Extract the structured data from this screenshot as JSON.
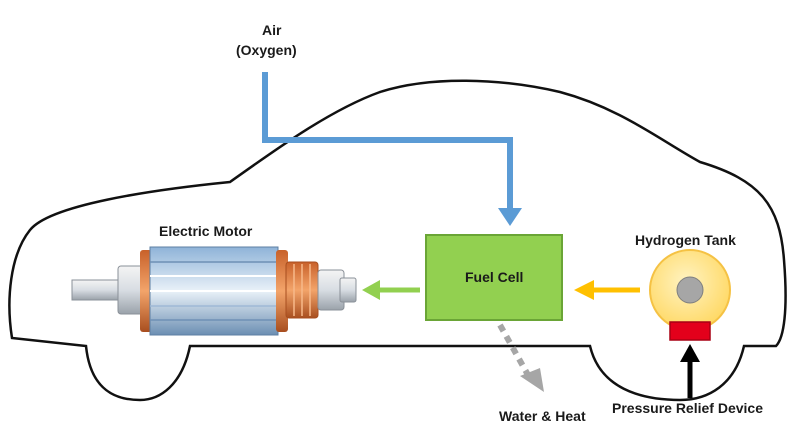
{
  "labels": {
    "air": "Air",
    "oxygen": "(Oxygen)",
    "electric_motor": "Electric Motor",
    "fuel_cell": "Fuel Cell",
    "hydrogen_tank": "Hydrogen Tank",
    "water_heat": "Water & Heat",
    "pressure_relief": "Pressure Relief Device"
  },
  "colors": {
    "air_line": "#5b9bd5",
    "fuel_cell_fill": "#92d050",
    "fuel_cell_border": "#6aa536",
    "green_arrow": "#92d050",
    "orange_arrow": "#ffc000",
    "tank_fill": "#ffe38a",
    "tank_border": "#f5c244",
    "relief_device": "#e3001b",
    "water_arrow": "#a6a6a6",
    "motor_copper": "#e07b39"
  }
}
